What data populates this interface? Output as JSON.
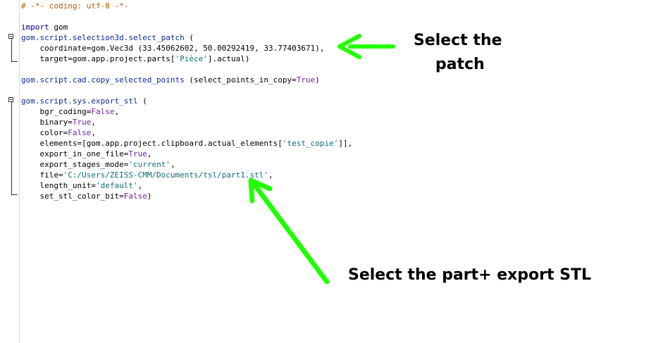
{
  "editor": {
    "lines": {
      "l1_comment": "# -*- coding: utf-8 -*-",
      "l3_kw": "import",
      "l3_rest": " gom",
      "l4_call": "gom.script.selection3d.select_patch",
      "l4_rest": " (",
      "l5": "    coordinate=gom.Vec3d (33.45062602, 50.00292419, 33.77403671),",
      "l6_a": "    target=gom.app.project.parts[",
      "l6_str": "'Pièce'",
      "l6_b": "].actual)",
      "l8_call": "gom.script.cad.copy_selected_points",
      "l8_a": " (select_points_in_copy=",
      "l8_const": "True",
      "l8_b": ")",
      "l10_call": "gom.script.sys.export_stl",
      "l10_rest": " (",
      "l11_a": "    bgr_coding=",
      "l11_const": "False",
      "l11_b": ",",
      "l12_a": "    binary=",
      "l12_const": "True",
      "l12_b": ",",
      "l13_a": "    color=",
      "l13_const": "False",
      "l13_b": ",",
      "l14_a": "    elements=[gom.app.project.clipboard.actual_elements[",
      "l14_str": "'test_copie'",
      "l14_b": "]],",
      "l15_a": "    export_in_one_file=",
      "l15_const": "True",
      "l15_b": ",",
      "l16_a": "    export_stages_mode=",
      "l16_str": "'current'",
      "l16_b": ",",
      "l17_a": "    file=",
      "l17_str": "'C:/Users/ZEISS-CMM/Documents/tsl/part1.stl'",
      "l17_b": ",",
      "l18_a": "    length_unit=",
      "l18_str": "'default'",
      "l18_b": ",",
      "l19_a": "    set_stl_color_bit=",
      "l19_const": "False",
      "l19_b": ")"
    }
  },
  "annotations": {
    "select_patch_line1": "Select the",
    "select_patch_line2": "patch",
    "select_part_export": "Select the part+ export STL"
  },
  "colors": {
    "arrow": "#22ff00",
    "comment": "#c05a00",
    "keyword": "#00008b",
    "string": "#0b6f77",
    "constant": "#7a1fa2"
  },
  "icons": {
    "fold": "fold-minus-icon",
    "arrow": "green-arrow-icon"
  }
}
